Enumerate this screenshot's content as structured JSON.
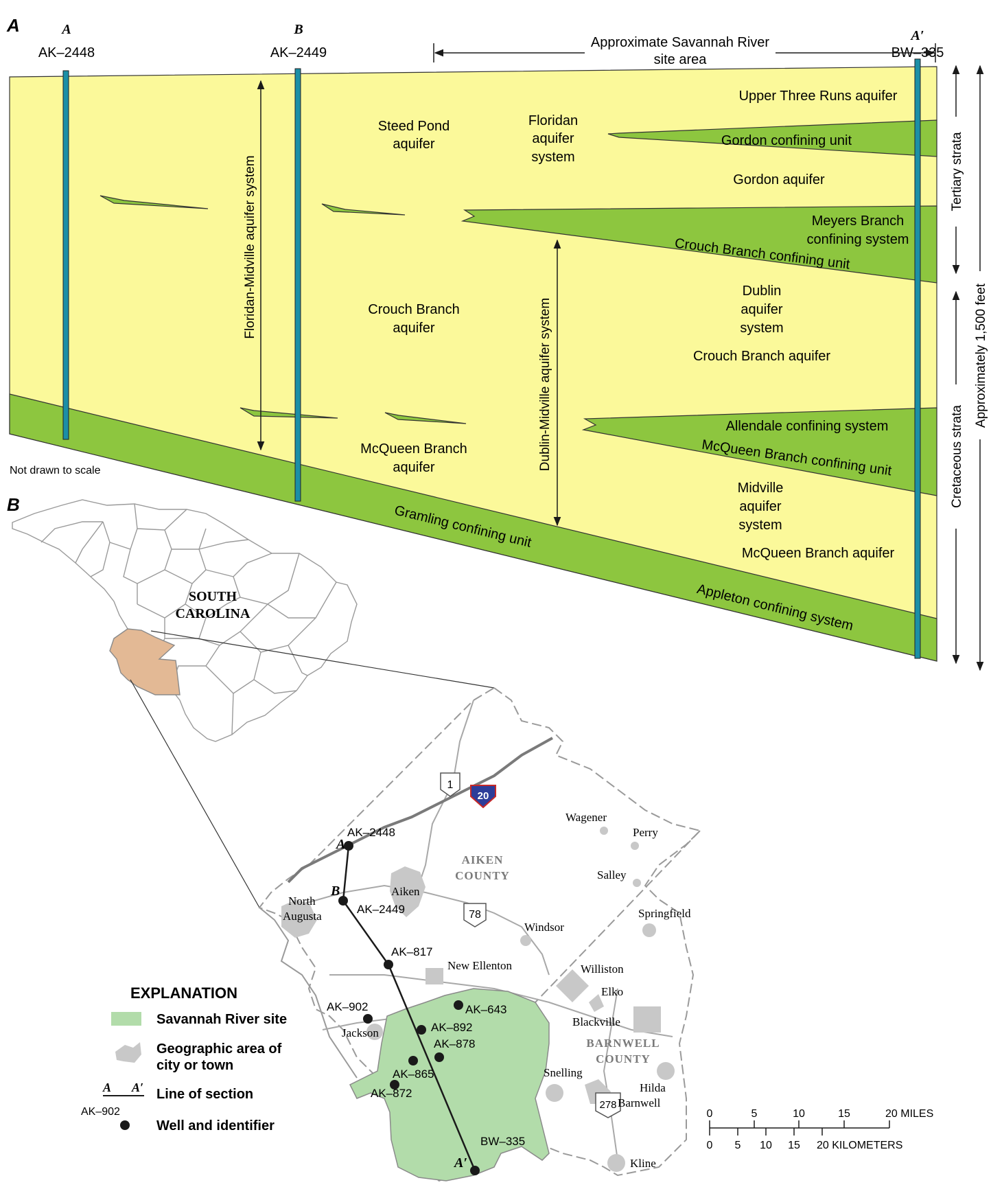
{
  "panel_a": {
    "panel_label": "A",
    "wells": [
      {
        "section_letter": "A",
        "id": "AK–2448"
      },
      {
        "section_letter": "B",
        "id": "AK–2449"
      },
      {
        "section_letter": "A′",
        "id": "BW–335"
      }
    ],
    "site_area_label": [
      "Approximate Savannah River",
      "site area"
    ],
    "units": {
      "upper_three_runs": "Upper Three Runs aquifer",
      "steed_pond": [
        "Steed Pond",
        "aquifer"
      ],
      "floridan_system": [
        "Floridan",
        "aquifer",
        "system"
      ],
      "gordon_confining": "Gordon confining unit",
      "gordon_aquifer": "Gordon aquifer",
      "meyers_branch": [
        "Meyers Branch",
        "confining system"
      ],
      "crouch_branch_confining": "Crouch Branch confining unit",
      "crouch_branch_aquifer_left": [
        "Crouch Branch",
        "aquifer"
      ],
      "dublin_system": [
        "Dublin",
        "aquifer",
        "system"
      ],
      "crouch_branch_aquifer_right": "Crouch Branch aquifer",
      "allendale_confining": "Allendale confining system",
      "mcqueen_branch_confining": "McQueen Branch confining unit",
      "mcqueen_branch_aquifer_left": [
        "McQueen Branch",
        "aquifer"
      ],
      "midville_system": [
        "Midville",
        "aquifer",
        "system"
      ],
      "mcqueen_branch_aquifer_right": "McQueen Branch aquifer",
      "gramling_confining": "Gramling confining unit",
      "appleton_confining": "Appleton confining system"
    },
    "floridan_midville_label": "Floridan-Midville aquifer system",
    "dublin_midville_label": "Dublin-Midville aquifer system",
    "tertiary_label": "Tertiary strata",
    "cretaceous_label": "Cretaceous strata",
    "thickness_label": "Approximately 1,500 feet",
    "scale_note": "Not drawn to scale",
    "colors": {
      "aquifer": "#fbf99a",
      "confining": "#8dc63f",
      "well": "#1b8fa6"
    }
  },
  "panel_b": {
    "panel_label": "B",
    "state_label": [
      "SOUTH",
      "CAROLINA"
    ],
    "counties": {
      "aiken": [
        "AIKEN",
        "COUNTY"
      ],
      "barnwell": [
        "BARNWELL",
        "COUNTY"
      ]
    },
    "towns": [
      "Wagener",
      "Perry",
      "Salley",
      "Springfield",
      "North",
      "Augusta",
      "Aiken",
      "Windsor",
      "New Ellenton",
      "Williston",
      "Elko",
      "Blackville",
      "Jackson",
      "Snelling",
      "Hilda",
      "Barnwell",
      "Kline"
    ],
    "highways": {
      "us1": "1",
      "i20": "20",
      "us78": "78",
      "us278": "278"
    },
    "section_letters": {
      "a": "A",
      "b": "B",
      "a_prime": "A′"
    },
    "wells": [
      "AK–2448",
      "AK–2449",
      "AK–817",
      "AK–643",
      "AK–902",
      "AK–892",
      "AK–878",
      "AK–865",
      "AK–872",
      "BW–335"
    ],
    "colors": {
      "site": "#b2dcaa",
      "study_county": "#e3b995",
      "town": "#c8c8c8"
    }
  },
  "explanation": {
    "title": "EXPLANATION",
    "site": "Savannah River site",
    "town_area": [
      "Geographic area of",
      "city or town"
    ],
    "section_line": "Line of section",
    "section_a": "A",
    "section_a_prime": "A′",
    "well_example": "AK–902",
    "well": "Well and identifier"
  },
  "scale_bar": {
    "miles_ticks": [
      "0",
      "5",
      "10",
      "15",
      "20 MILES"
    ],
    "km_ticks": [
      "0",
      "5",
      "10",
      "15",
      "20 KILOMETERS"
    ]
  }
}
